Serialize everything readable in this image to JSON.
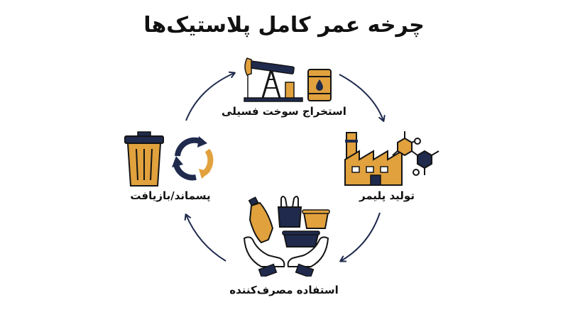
{
  "title": "چرخه عمر کامل پلاستیک‌ها",
  "stages": {
    "extraction": {
      "label": "استخراج سوخت فسیلی",
      "icons": [
        "oil-pump-icon",
        "oil-barrel-icon"
      ]
    },
    "production": {
      "label": "تولید پلیمر",
      "icons": [
        "factory-icon",
        "molecule-icon"
      ]
    },
    "consumption": {
      "label": "استفاده مصرف‌کننده",
      "icons": [
        "plastic-bottle-icon",
        "plastic-bag-icon",
        "food-container-icon",
        "hands-icon"
      ]
    },
    "waste": {
      "label": "پسماند/بازیافت",
      "icons": [
        "trash-bin-icon",
        "recycle-arrows-icon"
      ]
    }
  },
  "colors": {
    "navy": "#1f2a4d",
    "orange": "#e1a13d",
    "outline": "#151515"
  }
}
